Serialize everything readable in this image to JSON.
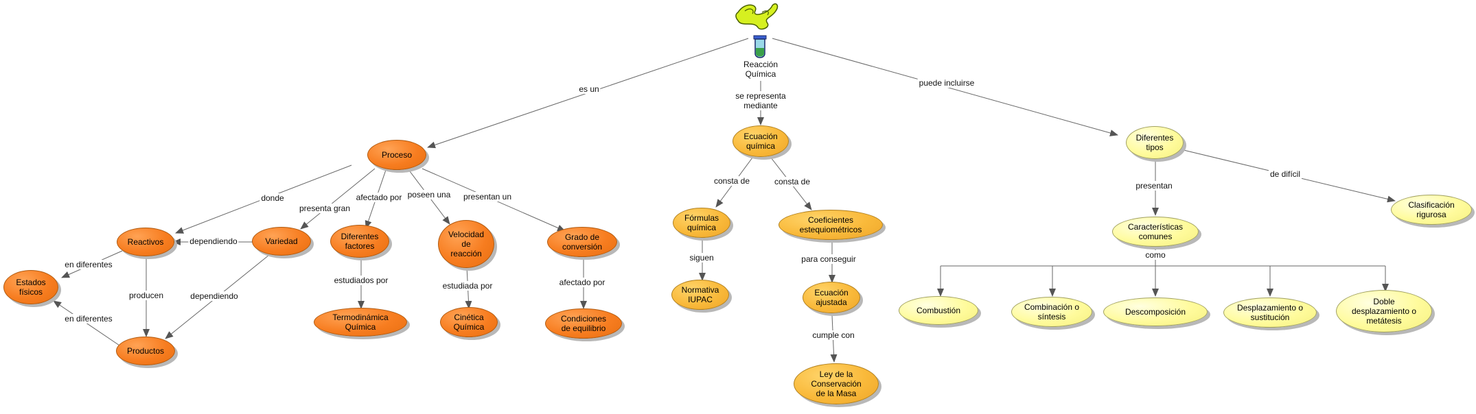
{
  "root": {
    "title": "Reacción\nQuímica",
    "icon": "test-tube-icon"
  },
  "nodes": {
    "proceso": "Proceso",
    "reactivos": "Reactivos",
    "estados": "Estados\nfísicos",
    "productos": "Productos",
    "variedad": "Variedad",
    "factores": "Diferentes\nfactores",
    "termo": "Termodinámica\nQuímica",
    "velocidad": "Velocidad\nde\nreacción",
    "cinetica": "Cinética\nQuímica",
    "grado": "Grado de\nconversión",
    "condiciones": "Condiciones\nde equilibrio",
    "ecuacion": "Ecuación\nquímica",
    "formulas": "Fórmulas\nquímica",
    "iupac": "Normativa\nIUPAC",
    "coef": "Coeficientes\nestequiométricos",
    "ajustada": "Ecuación\najustada",
    "ley": "Ley de la\nConservación\nde la Masa",
    "tipos": "Diferentes\ntipos",
    "caracteristicas": "Características\ncomunes",
    "clasificacion": "Clasificación\nrigurosa",
    "combustion": "Combustión",
    "combinacion": "Combinación o\nsíntesis",
    "descomposicion": "Descomposición",
    "desplazamiento": "Desplazamiento o\nsustitución",
    "doble": "Doble\ndesplazamiento o\nmetátesis"
  },
  "links": {
    "es_un": "es un",
    "se_representa": "se representa\nmediante",
    "puede_incluirse": "puede incluirse",
    "donde": "donde",
    "presenta_gran": "presenta gran",
    "afectado_por": "afectado por",
    "poseen_una": "poseen una",
    "presentan_un": "presentan un",
    "dependiendo_1": "dependiendo",
    "en_diferentes_1": "en diferentes",
    "producen": "producen",
    "dependiendo_2": "dependiendo",
    "en_diferentes_2": "en diferentes",
    "estudiados_por": "estudiados por",
    "estudiada_por": "estudiada por",
    "afectado_por_2": "afectado por",
    "consta_de_1": "consta de",
    "consta_de_2": "consta de",
    "siguen": "siguen",
    "para_conseguir": "para conseguir",
    "cumple_con": "cumple con",
    "presentan": "presentan",
    "de_dificil": "de difícil",
    "como": "como"
  }
}
